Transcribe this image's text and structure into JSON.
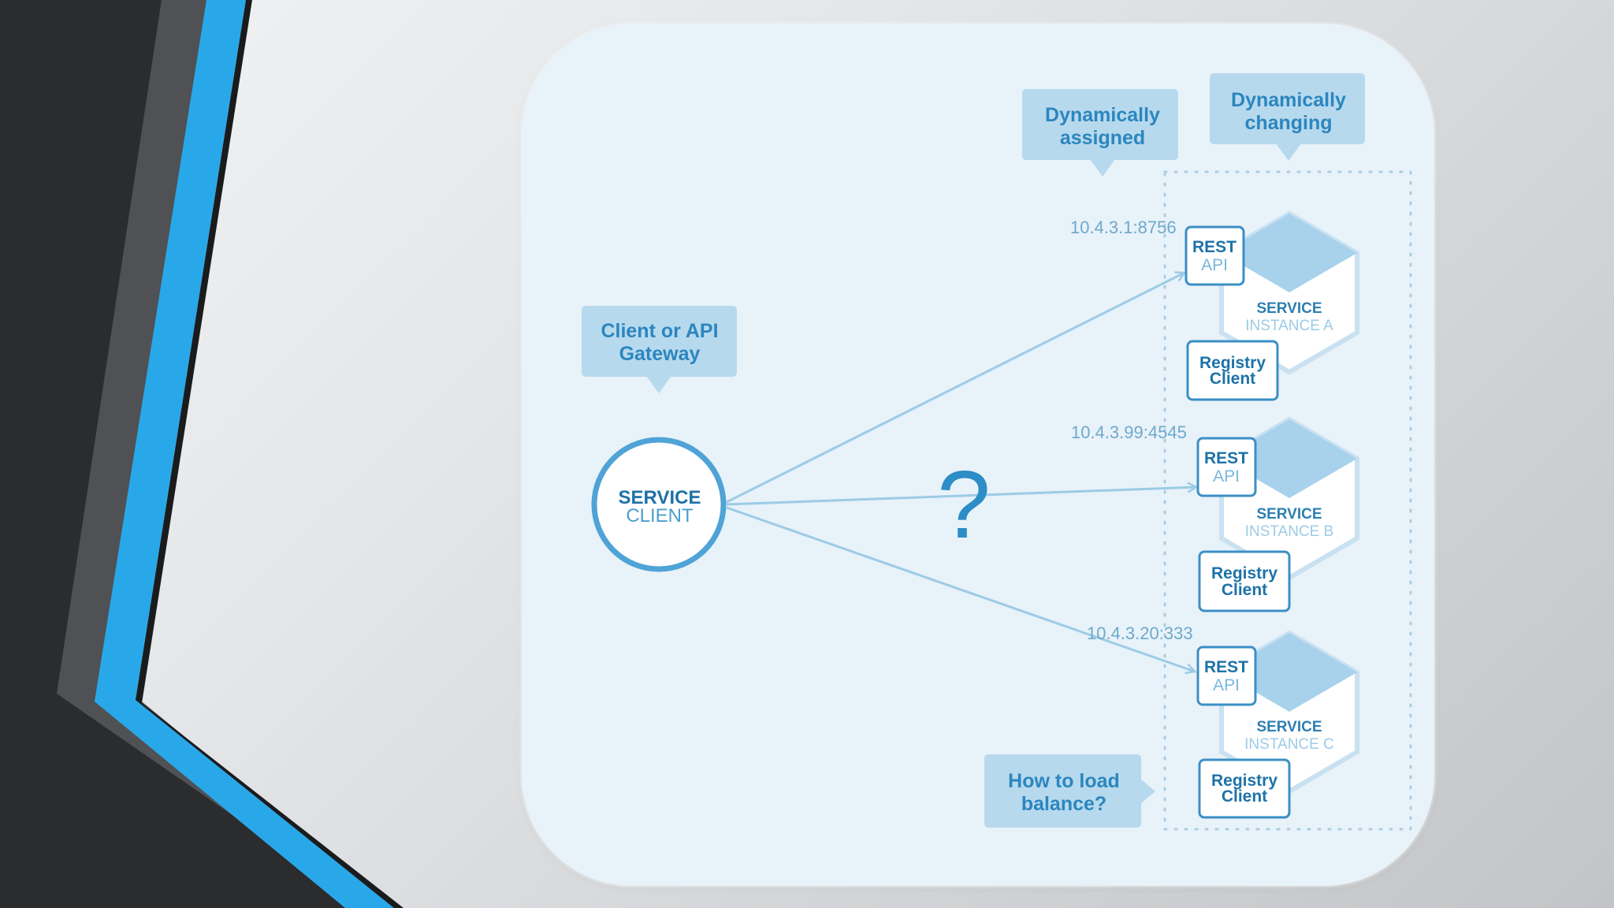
{
  "colors": {
    "accent_blue": "#29a8e9",
    "dark_gray": "#4a4b4e",
    "card_bg": "#e8f2f9",
    "callout_bg": "#b7d9ee",
    "line": "#9ccbe6",
    "text_dark": "#1d72a8"
  },
  "callouts": {
    "dynamically_assigned": [
      "Dynamically",
      "assigned"
    ],
    "dynamically_changing": [
      "Dynamically",
      "changing"
    ],
    "client_gateway": [
      "Client or API",
      "Gateway"
    ],
    "load_balance": [
      "How to load",
      "balance?"
    ]
  },
  "service_client": {
    "line1": "SERVICE",
    "line2": "CLIENT"
  },
  "question_mark": "?",
  "instances": [
    {
      "address": "10.4.3.1:8756",
      "api_title": "REST",
      "api_sub": "API",
      "service_title": "SERVICE",
      "service_sub": "INSTANCE A",
      "registry": [
        "Registry",
        "Client"
      ]
    },
    {
      "address": "10.4.3.99:4545",
      "api_title": "REST",
      "api_sub": "API",
      "service_title": "SERVICE",
      "service_sub": "INSTANCE B",
      "registry": [
        "Registry",
        "Client"
      ]
    },
    {
      "address": "10.4.3.20:333",
      "api_title": "REST",
      "api_sub": "API",
      "service_title": "SERVICE",
      "service_sub": "INSTANCE C",
      "registry": [
        "Registry",
        "Client"
      ]
    }
  ]
}
